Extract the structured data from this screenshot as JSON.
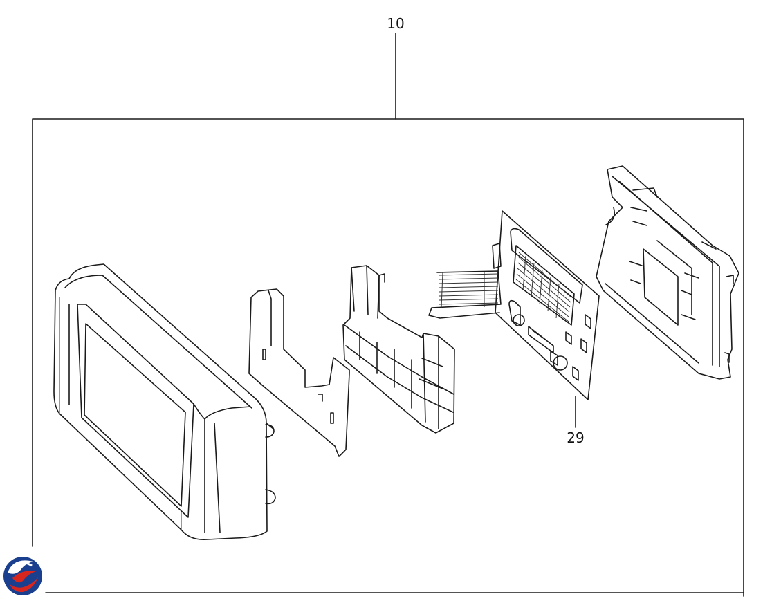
{
  "callouts": {
    "assembly": "10",
    "board": "29"
  },
  "parts": [
    {
      "name": "display-front-bezel"
    },
    {
      "name": "gasket-plate"
    },
    {
      "name": "keypad-frame"
    },
    {
      "name": "circuit-board-with-ribbon-cable"
    },
    {
      "name": "rear-housing"
    }
  ],
  "logo": {
    "colors": [
      "#1b3f8f",
      "#d7261e"
    ]
  }
}
